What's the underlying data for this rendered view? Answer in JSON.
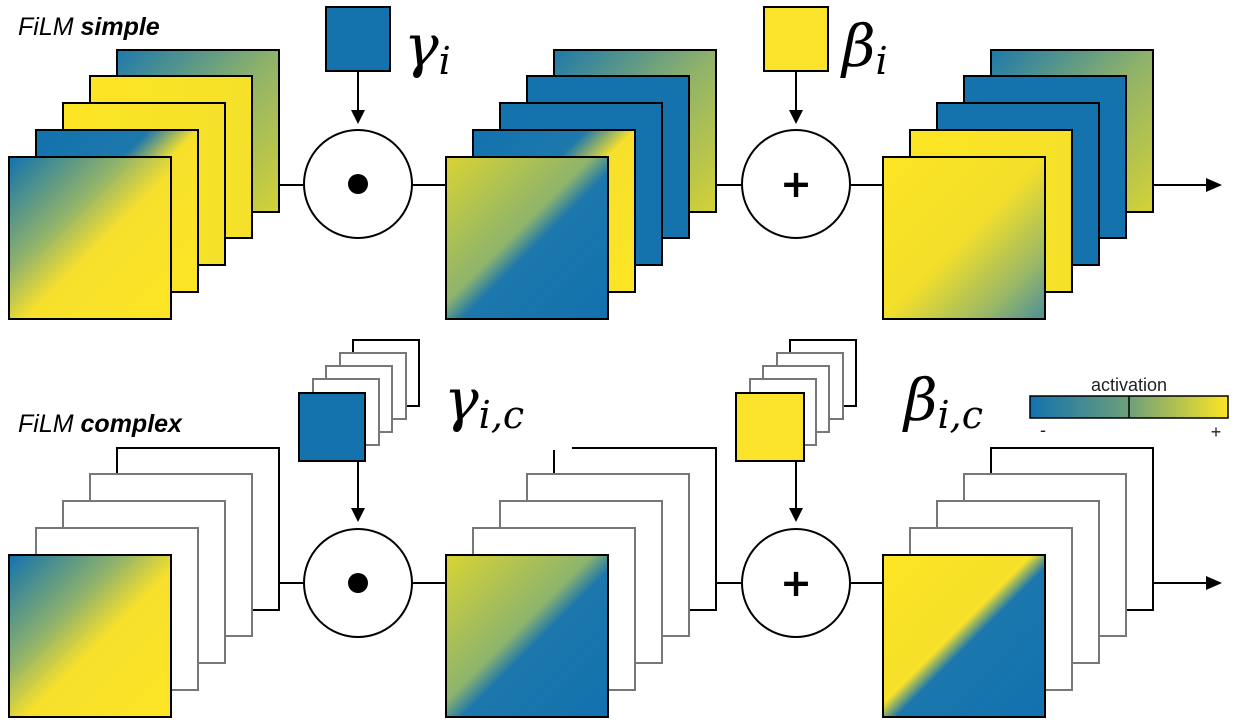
{
  "rows": [
    {
      "title_prefix": "FiLM",
      "title_bold": "simple",
      "gamma_label": "γ",
      "gamma_sub": "i",
      "beta_label": "β",
      "beta_sub": "i"
    },
    {
      "title_prefix": "FiLM",
      "title_bold": "complex",
      "gamma_label": "γ",
      "gamma_sub": "i,c",
      "beta_label": "β",
      "beta_sub": "i,c"
    }
  ],
  "operators": {
    "multiply": "•",
    "add": "+"
  },
  "colorbar": {
    "title": "activation",
    "min_label": "-",
    "max_label": "+",
    "low_color": "#1272ae",
    "mid_color": "#6e9f7a",
    "high_color": "#fde524"
  },
  "colors": {
    "blue": "#1472ad",
    "yellow": "#fae32a",
    "stroke": "#000000"
  }
}
